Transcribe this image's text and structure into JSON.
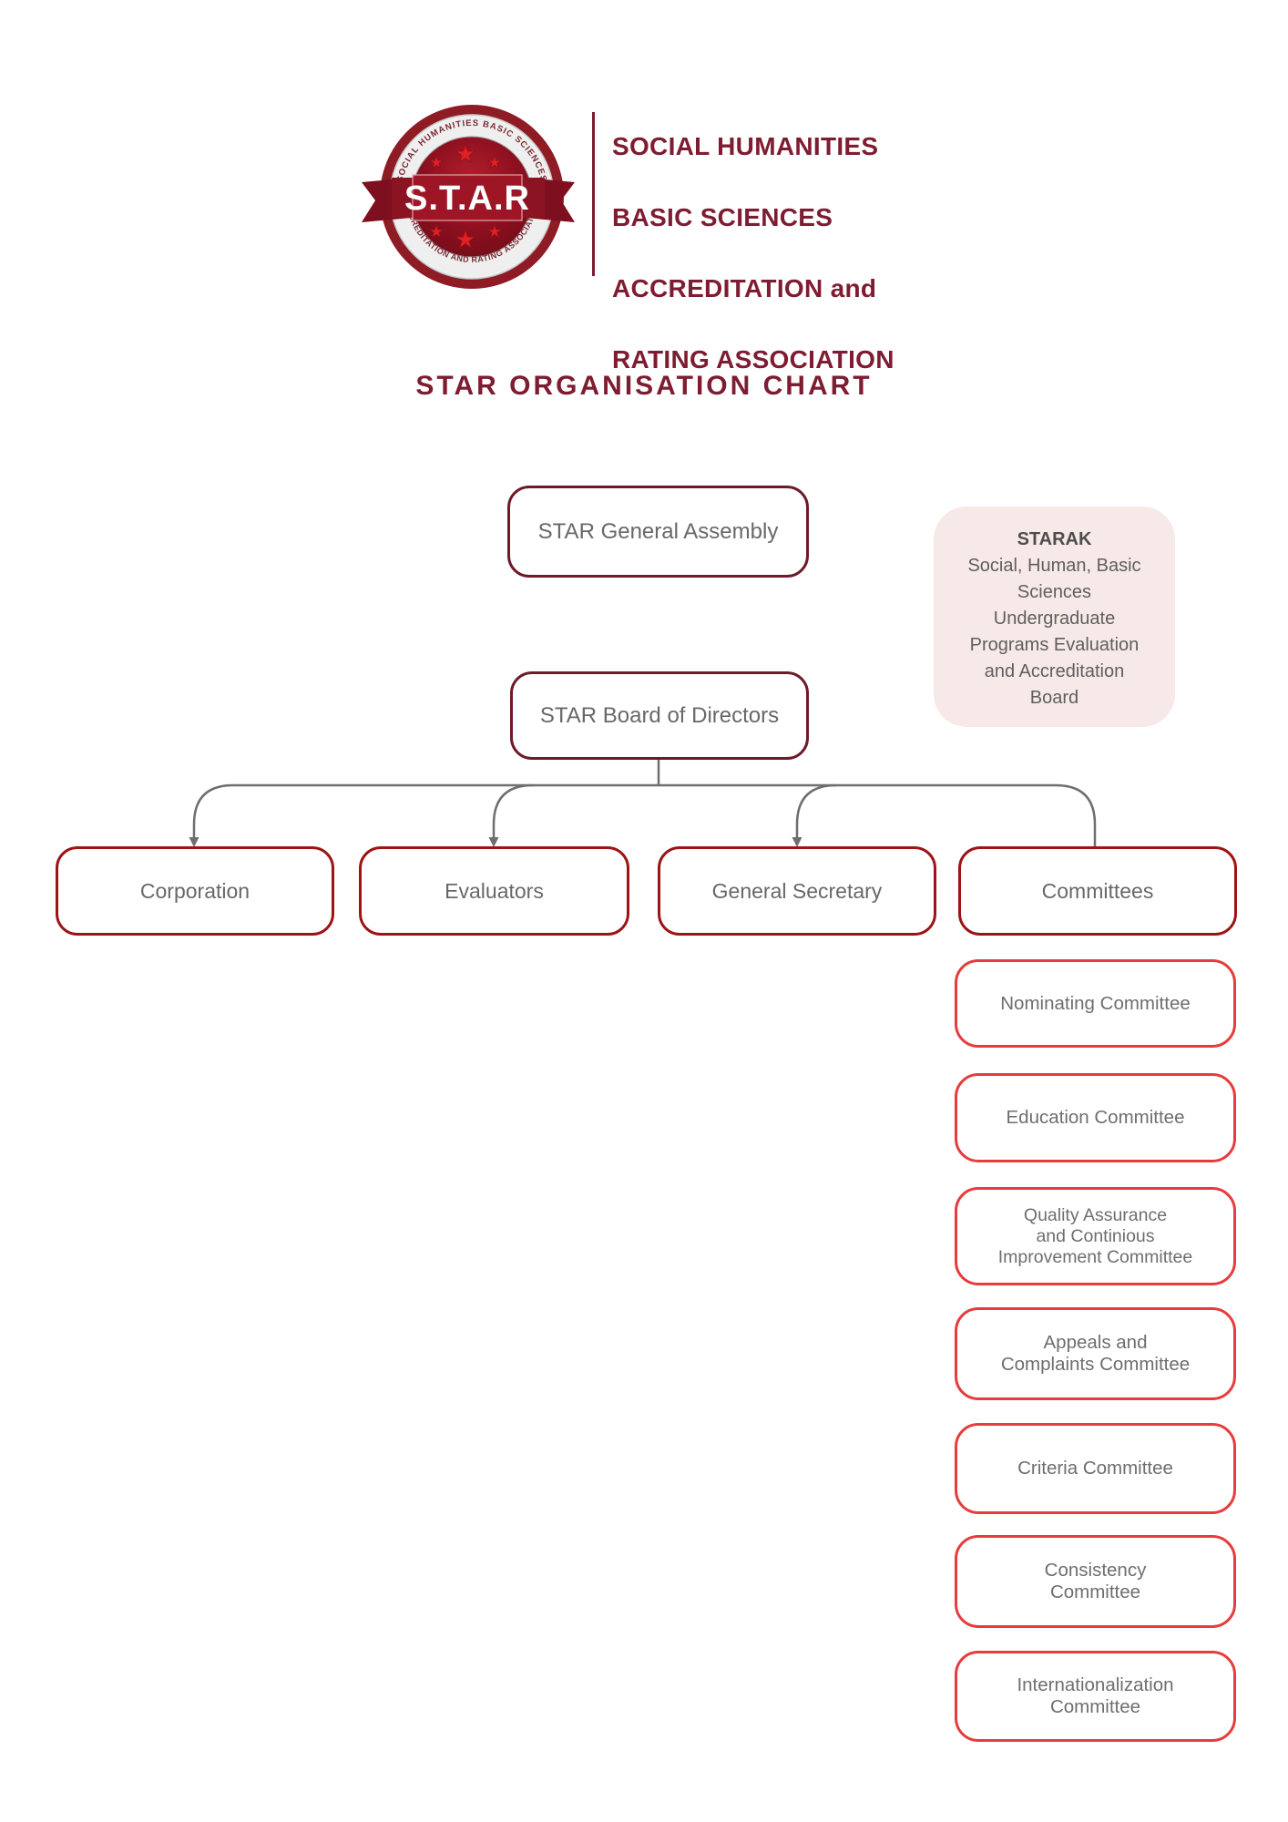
{
  "logo": {
    "arc_top": "SOCIAL  HUMANITIES   BASIC  SCIENCES",
    "arc_bottom": "ACCREDITATION AND RATING ASSOCIATION",
    "badge": "S.T.A.R",
    "star": "★"
  },
  "brand": {
    "line1": "SOCIAL HUMANITIES",
    "line2": "BASIC SCIENCES",
    "line3": "ACCREDITATION and",
    "line4": "RATING ASSOCIATION"
  },
  "title": "STAR ORGANISATION CHART",
  "chart": {
    "assembly": "STAR General Assembly",
    "board": "STAR Board of Directors",
    "starak_title": "STARAK",
    "starak_body": "Social, Human, Basic\nSciences\nUndergraduate\nPrograms Evaluation\nand Accreditation\nBoard",
    "level2": [
      "Corporation",
      "Evaluators",
      "General Secretary",
      "Committees"
    ],
    "committees": [
      "Nominating Committee",
      "Education Committee",
      "Quality Assurance\nand Continious\nImprovement Committee",
      "Appeals and\nComplaints Committee",
      "Criteria Committee",
      "Consistency\nCommittee",
      "Internationalization\nCommittee"
    ]
  },
  "colors": {
    "maroon": "#7e1c31",
    "box_border_maroon": "#6d1b29",
    "box_border_red": "#9c1415",
    "committee_border": "#e83b3d",
    "starak_bg": "#f7e9e8",
    "text_gray": "#686868",
    "connector": "#6e6e6e"
  }
}
